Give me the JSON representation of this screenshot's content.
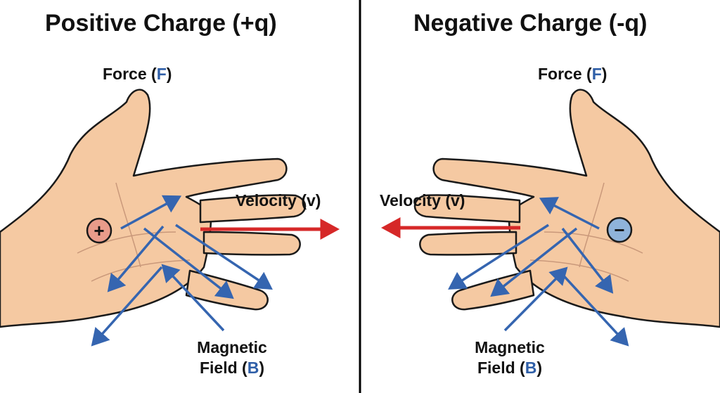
{
  "colors": {
    "skin": "#f5c9a2",
    "skin_outline": "#1a1a1a",
    "field_arrow": "#3565b0",
    "velocity_arrow": "#d62828",
    "positive_badge": "#e99b8a",
    "negative_badge": "#8fb3da",
    "divider": "#000000"
  },
  "left": {
    "title": "Positive Charge (+q)",
    "force_label": "Force (",
    "force_symbol": "F",
    "force_close": ")",
    "velocity_label": "Velocity (v)",
    "field_line1": "Magnetic",
    "field_line2_pre": "Field (",
    "field_symbol": "B",
    "field_line2_post": ")",
    "charge_symbol": "+",
    "charge_icon": "plus-badge-icon"
  },
  "right": {
    "title": "Negative Charge (-q)",
    "force_label": "Force (",
    "force_symbol": "F",
    "force_close": ")",
    "velocity_label": "Velocity (v)",
    "field_line1": "Magnetic",
    "field_line2_pre": "Field (",
    "field_symbol": "B",
    "field_line2_post": ")",
    "charge_symbol": "−",
    "charge_icon": "minus-badge-icon"
  }
}
